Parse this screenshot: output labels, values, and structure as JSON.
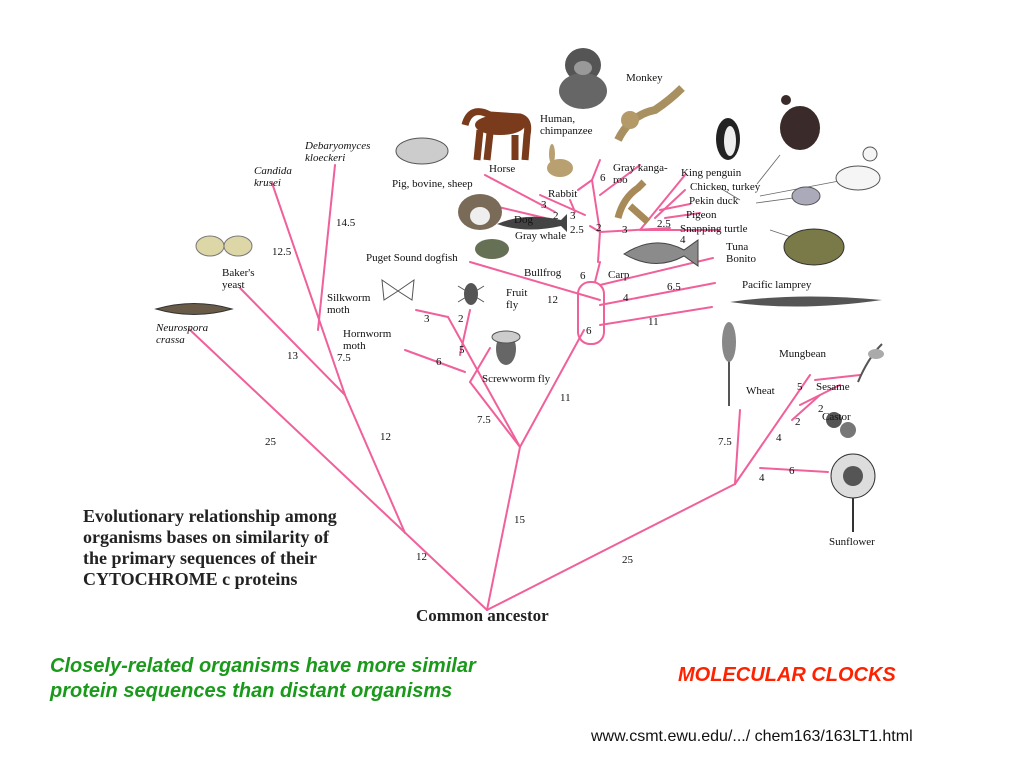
{
  "caption": {
    "heading": "Evolutionary relationship among organisms bases on similarity of the primary sequences of their CYTOCHROME c proteins",
    "root_label": "Common ancestor"
  },
  "slide_note": "Closely-related organisms have more similar protein sequences than distant organisms",
  "slide_title": "MOLECULAR CLOCKS",
  "source_url": "www.csmt.ewu.edu/.../ chem163/163LT1.html",
  "organisms": {
    "monkey": "Monkey",
    "human": "Human,\nchimpanzee",
    "gray_kangaroo": "Gray kanga-\nroo",
    "horse": "Horse",
    "rabbit": "Rabbit",
    "pig": "Pig, bovine, sheep",
    "dog": "Dog",
    "gray_whale": "Gray whale",
    "king_penguin": "King penguin",
    "chicken": "Chicken, turkey",
    "pekin_duck": "Pekin duck",
    "pigeon": "Pigeon",
    "snapping_turtle": "Snapping turtle",
    "tuna": "Tuna\nBonito",
    "dogfish": "Puget Sound dogfish",
    "bullfrog": "Bullfrog",
    "carp": "Carp",
    "lamprey": "Pacific lamprey",
    "silkworm": "Silkworm\nmoth",
    "fruit_fly": "Fruit\nfly",
    "hornworm": "Hornworm\nmoth",
    "screwworm": "Screwworm fly",
    "bakers_yeast": "Baker's\nyeast",
    "candida": "Candida\nkrusei",
    "debaryomyces": "Debaryomyces\nkloeckeri",
    "neurospora": "Neurospora\ncrassa",
    "wheat": "Wheat",
    "mungbean": "Mungbean",
    "sesame": "Sesame",
    "castor": "Castor",
    "sunflower": "Sunflower"
  },
  "distances": {
    "d_monkey": "6",
    "d_horse": "3",
    "d_pig": "2",
    "d_rabbit": "3",
    "d_dog_a": "3",
    "d_dog_b": "2.5",
    "d_mam": "3",
    "d_bird": "2.5",
    "d_turtle": "4",
    "d_whale": "2",
    "d_frog": "6",
    "d_dogfish": "12",
    "d_tuna": "6.5",
    "d_carp": "4",
    "d_lamprey": "11",
    "d_vert": "6",
    "d_debary": "14.5",
    "d_candida": "12.5",
    "d_yeast": "13",
    "d_fungi": "7.5",
    "d_fungi2": "12",
    "d_neuro": "25",
    "d_silk": "3",
    "d_fruitfly": "2",
    "d_hornworm": "6",
    "d_screw": "5",
    "d_insect": "7.5",
    "d_vert2": "11",
    "d_animal": "15",
    "d_root_left": "12",
    "d_plant": "25",
    "d_wheat": "7.5",
    "d_mung": "5",
    "d_sesame": "2",
    "d_castor": "2",
    "d_dicot": "4",
    "d_sunflower": "6",
    "d_plant2": "4"
  },
  "colors": {
    "branch": "#f0609a",
    "note": "#1a9a1a",
    "title": "#ff2200"
  }
}
